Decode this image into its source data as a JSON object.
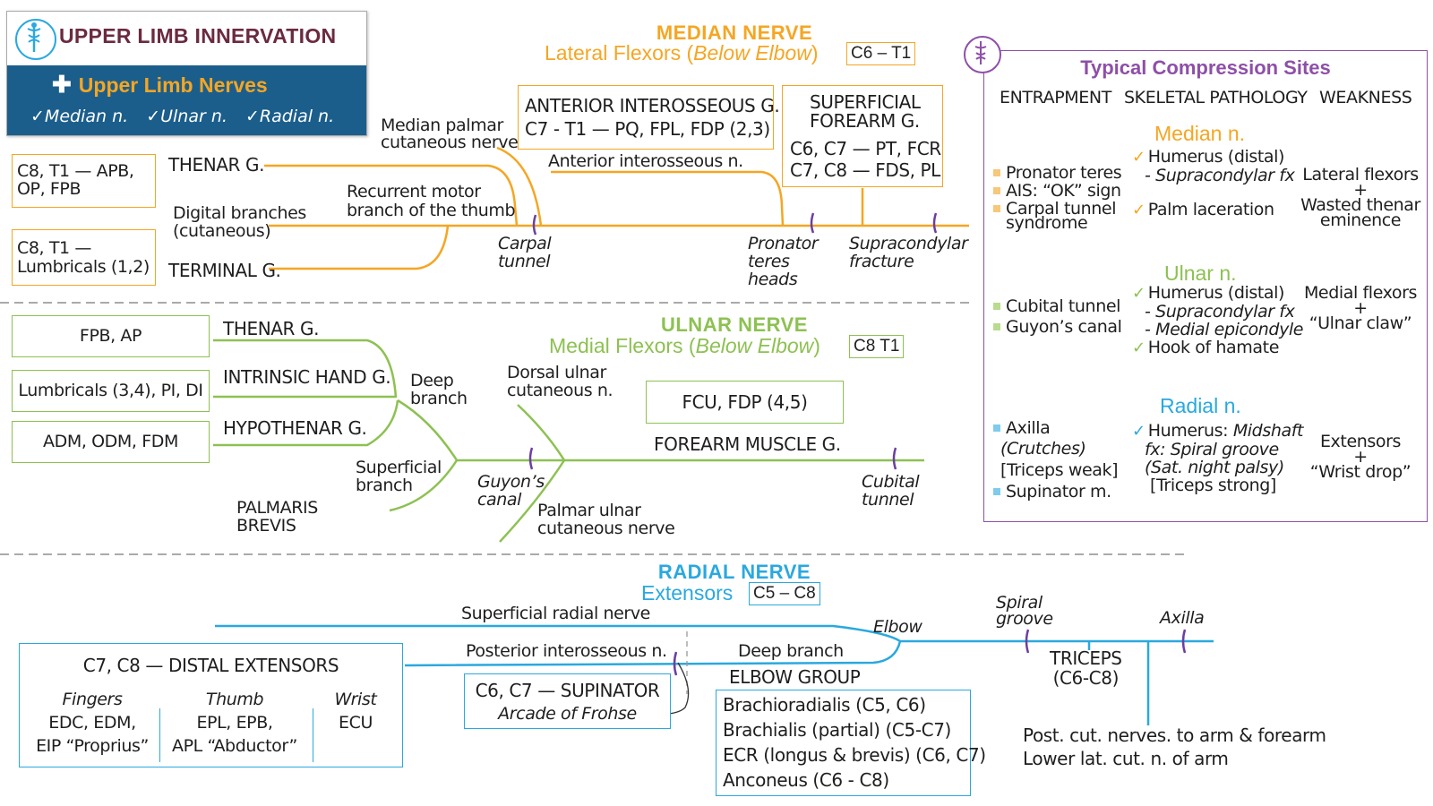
{
  "title_box": {
    "title": "UPPER LIMB INNERVATION",
    "subtitle": "Upper Limb Nerves",
    "items": [
      "Median n.",
      "Ulnar n.",
      "Radial n."
    ]
  },
  "median": {
    "title": "MEDIAN NERVE",
    "sub_a": "Lateral Flexors (",
    "sub_italic": "Below Elbow",
    "sub_b": ")",
    "roots": "C6 – T1",
    "box_thenar": [
      "C8, T1 — APB,",
      "OP, FPB"
    ],
    "box_lumbricals": [
      "C8, T1 —",
      "Lumbricals (1,2)"
    ],
    "thenar_g": "THENAR G.",
    "digital": [
      "Digital branches",
      "(cutaneous)"
    ],
    "terminal_g": "TERMINAL G.",
    "recurrent": [
      "Recurrent motor",
      "branch of the thumb"
    ],
    "palmar_cut": [
      "Median palmar",
      "cutaneous nerve"
    ],
    "ai_box": [
      "ANTERIOR INTEROSSEOUS G.",
      "C7 - T1 — PQ, FPL, FDP (2,3)"
    ],
    "ai_nerve": "Anterior interosseous n.",
    "sf_box": [
      "SUPERFICIAL",
      "FOREARM G.",
      "C6, C7 — PT, FCR",
      "C7, C8 — FDS, PL"
    ],
    "carpal": [
      "Carpal",
      "tunnel"
    ],
    "pronator": [
      "Pronator",
      "teres",
      "heads"
    ],
    "supracondylar": [
      "Supracondylar",
      "fracture"
    ]
  },
  "ulnar": {
    "title": "ULNAR NERVE",
    "sub_a": "Medial Flexors (",
    "sub_italic": "Below Elbow",
    "sub_b": ")",
    "roots": "C8  T1",
    "box_fpb": "FPB, AP",
    "box_lumb": "Lumbricals (3,4), PI, DI",
    "box_adm": "ADM, ODM, FDM",
    "thenar_g": "THENAR G.",
    "intrinsic_g": "INTRINSIC HAND G.",
    "hypothenar_g": "HYPOTHENAR G.",
    "deep": [
      "Deep",
      "branch"
    ],
    "superficial": [
      "Superficial",
      "branch"
    ],
    "palmaris": [
      "PALMARIS",
      "BREVIS"
    ],
    "dorsal": [
      "Dorsal ulnar",
      "cutaneous n."
    ],
    "palmar": [
      "Palmar  ulnar",
      "cutaneous nerve"
    ],
    "guyon": [
      "Guyon’s",
      "canal"
    ],
    "fcu_box": "FCU, FDP (4,5)",
    "forearm_g": "FOREARM MUSCLE G.",
    "cubital": [
      "Cubital",
      "tunnel"
    ]
  },
  "radial": {
    "title": "RADIAL NERVE",
    "sub": "Extensors",
    "roots": "C5 – C8",
    "superficial": "Superficial radial nerve",
    "posterior": "Posterior interosseous n.",
    "deep": "Deep branch",
    "elbow": "Elbow",
    "spiral": [
      "Spiral",
      "groove"
    ],
    "axilla": "Axilla",
    "distal_title": "C7, C8 — DISTAL EXTENSORS",
    "cols": [
      {
        "head": "Fingers",
        "lines": [
          "EDC, EDM,",
          "EIP “Proprius”"
        ]
      },
      {
        "head": "Thumb",
        "lines": [
          "EPL, EPB,",
          "APL “Abductor”"
        ]
      },
      {
        "head": "Wrist",
        "lines": [
          "ECU"
        ]
      }
    ],
    "supinator": [
      "C6, C7 — SUPINATOR",
      "Arcade of Frohse"
    ],
    "elbow_group": "ELBOW GROUP",
    "elbow_items": [
      "Brachioradialis (C5, C6)",
      "Brachialis (partial) (C5-C7)",
      "ECR (longus & brevis) (C6, C7)",
      "Anconeus (C6 - C8)"
    ],
    "triceps": [
      "TRICEPS",
      "(C6-C8)"
    ],
    "post_cut": [
      "Post. cut. nerves. to arm & forearm",
      "Lower lat. cut. n. of arm"
    ]
  },
  "compression": {
    "title": "Typical Compression Sites",
    "cols": [
      "ENTRAPMENT",
      "SKELETAL PATHOLOGY",
      "WEAKNESS"
    ],
    "median": {
      "name": "Median n.",
      "entrap": [
        "Pronator teres",
        "AIS: “OK” sign",
        "Carpal tunnel",
        "syndrome"
      ],
      "skel": [
        "Humerus (distal)",
        "- Supracondylar fx",
        "Palm laceration"
      ],
      "weak": [
        "Lateral flexors",
        "+",
        "Wasted thenar",
        "eminence"
      ]
    },
    "ulnar": {
      "name": "Ulnar n.",
      "entrap": [
        "Cubital tunnel",
        "Guyon’s canal"
      ],
      "skel": [
        "Humerus (distal)",
        "- Supracondylar fx",
        "- Medial epicondyle",
        "Hook of hamate"
      ],
      "weak": [
        "Medial flexors",
        "+",
        "“Ulnar claw”"
      ]
    },
    "radial": {
      "name": "Radial n.",
      "entrap": [
        "Axilla",
        "(Crutches)",
        "[Triceps weak]",
        "Supinator m."
      ],
      "skel": [
        "Humerus: ",
        "Midshaft",
        "fx: Spiral groove",
        "(Sat. night palsy)",
        "[Triceps strong]"
      ],
      "weak": [
        "Extensors",
        "+",
        "“Wrist drop”"
      ]
    }
  },
  "colors": {
    "median": "#f5a623",
    "ulnar": "#8dc152",
    "radial": "#2aa8df",
    "purple": "#8e4fa8",
    "title": "#6b2a3f",
    "nav": "#1b5e8c"
  }
}
